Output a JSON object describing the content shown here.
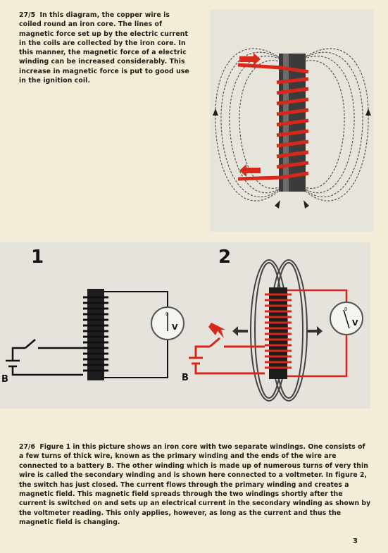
{
  "top_caption": {
    "number": "27/5",
    "text": "In this diagram, the copper wire is coiled round an iron core. The lines of magnetic force set up by the electric current in the coils are collected by the iron core. In this manner, the magnetic force of a electric winding can be increased considerably. This increase in magnetic force is put to good use in the ignition coil."
  },
  "figure_labels": {
    "fig1": "1",
    "fig2": "2",
    "battery1": "B",
    "battery2": "B",
    "voltmeter_zero": "0",
    "voltmeter_unit": "V"
  },
  "bottom_caption": {
    "number": "27/6",
    "text": "Figure 1 in this picture shows an iron core with two separate windings. One consists of a few turns of thick wire, known as the primary winding and the ends of the wire are connected to a battery B. The other winding which is made up of numerous turns of very thin wire is called the secondary winding and is shown here connected to a voltmeter. In figure 2, the switch has just closed. The current flows through the primary winding and creates a magnetic field. This magnetic field spreads through the two windings shortly after the current is switched on and sets up an electrical current in the secondary winding as shown by the voltmeter reading. This only applies, however, as long as the current and thus the magnetic field is changing."
  },
  "page_number": "3",
  "colors": {
    "paper": "#f3ecd6",
    "panel": "#e7e4dc",
    "wire_red": "#d8271b",
    "core_dark": "#1e1e1e"
  }
}
